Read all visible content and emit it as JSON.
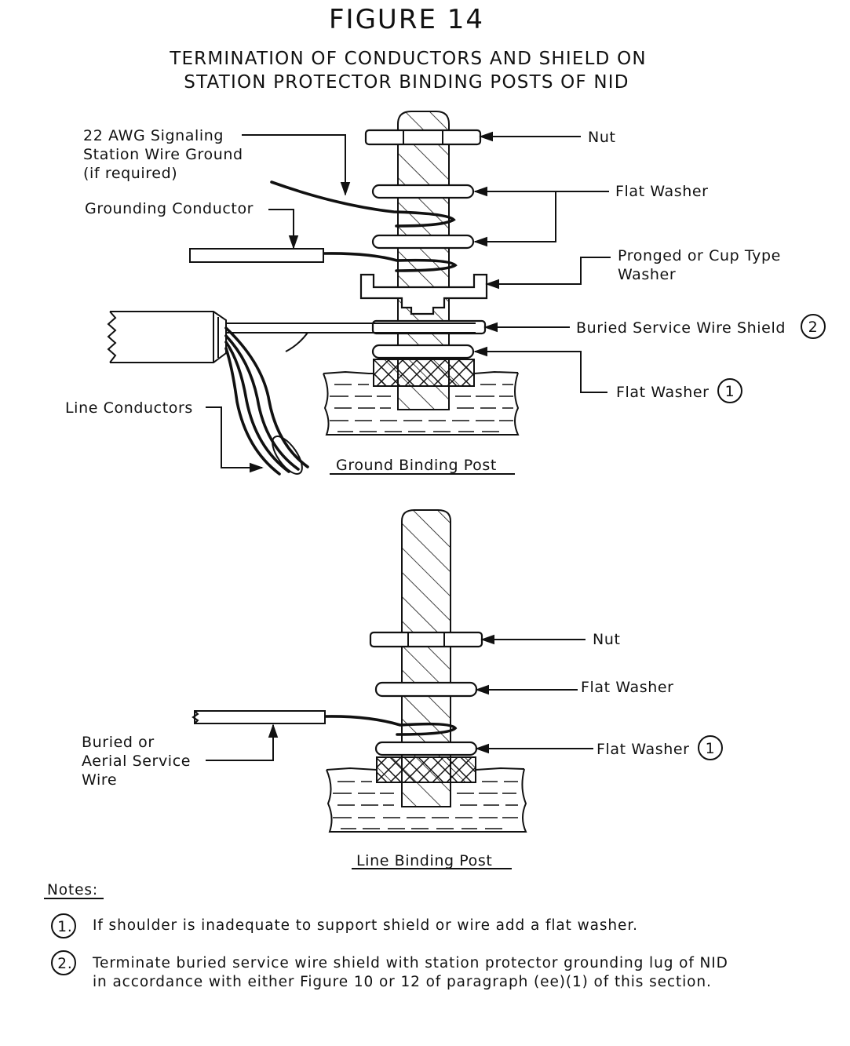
{
  "figure": {
    "number": "FIGURE 14",
    "title_line1": "TERMINATION OF CONDUCTORS AND SHIELD ON",
    "title_line2": "STATION PROTECTOR BINDING POSTS OF NID"
  },
  "ground_post": {
    "caption": "Ground Binding Post",
    "labels": {
      "signaling_line1": "22 AWG Signaling",
      "signaling_line2": "Station Wire Ground",
      "signaling_line3": "(if required)",
      "grounding_conductor": "Grounding Conductor",
      "line_conductors": "Line Conductors",
      "nut": "Nut",
      "flat_washer": "Flat Washer",
      "pronged_line1": "Pronged or Cup Type",
      "pronged_line2": "Washer",
      "buried_shield": "Buried Service Wire Shield",
      "buried_shield_note": "2",
      "flat_washer_noted": "Flat Washer",
      "flat_washer_note": "1"
    }
  },
  "line_post": {
    "caption": "Line Binding Post",
    "labels": {
      "nut": "Nut",
      "flat_washer": "Flat Washer",
      "flat_washer_noted": "Flat Washer",
      "flat_washer_note": "1",
      "service_line1": "Buried or",
      "service_line2": "Aerial Service",
      "service_line3": "Wire"
    }
  },
  "notes": {
    "heading": "Notes:",
    "items": [
      {
        "marker": "1.",
        "line1": "If shoulder is inadequate to support shield or wire add a flat washer.",
        "line2": ""
      },
      {
        "marker": "2.",
        "line1": "Terminate buried service wire shield with station protector grounding lug of NID",
        "line2": "in accordance with either Figure 10 or 12 of paragraph (ee)(1) of this section."
      }
    ]
  }
}
